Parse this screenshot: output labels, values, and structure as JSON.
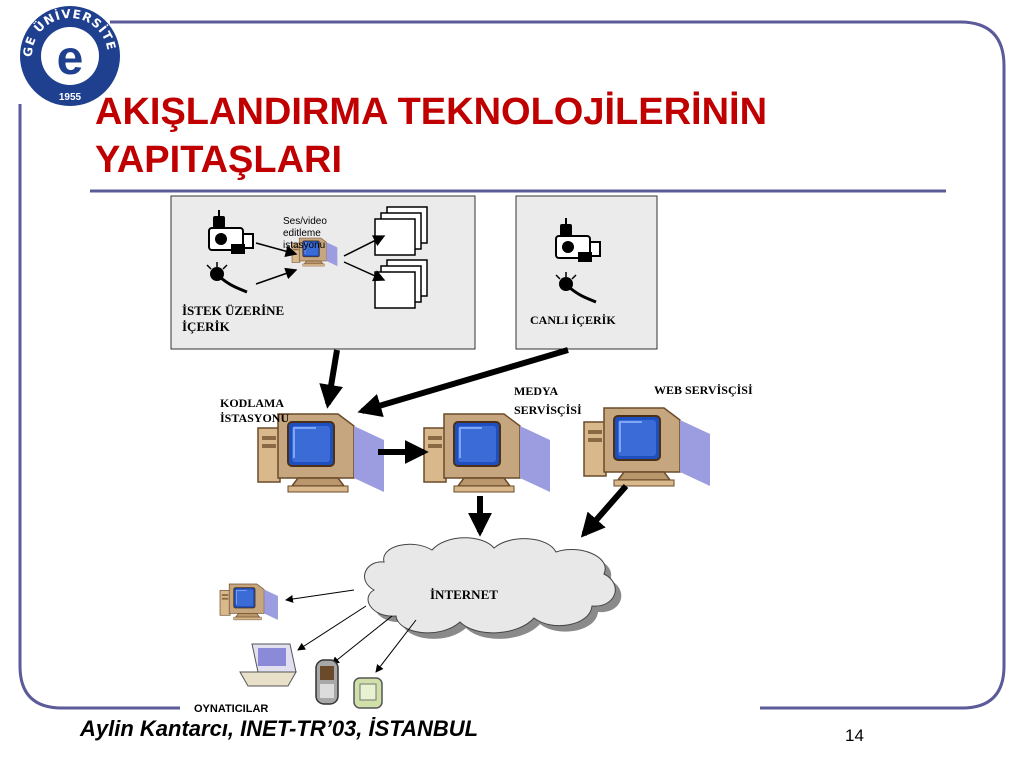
{
  "slide": {
    "title_line1": "AKIŞLANDIRMA TEKNOLOJİLERİNİN",
    "title_line2": "YAPITAŞLARI",
    "footer": "Aylin Kantarcı, INET-TR’03, İSTANBUL",
    "page_number": "14",
    "logo": {
      "ring_text": "EGE ÜNİVERSİTESİ",
      "letter": "e",
      "year": "1955"
    }
  },
  "diagram": {
    "on_demand": {
      "editing_station": "Ses/video editleme istasyonu",
      "label_line1": "İSTEK ÜZERİNE",
      "label_line2": "İÇERİK"
    },
    "live": {
      "label": "CANLI İÇERİK"
    },
    "encoding_station": {
      "line1": "KODLAMA",
      "line2": "İSTASYONU"
    },
    "media_server": {
      "line1": "MEDYA",
      "line2": "SERVİSÇİSİ"
    },
    "web_server": {
      "label": "WEB SERVİSÇİSİ"
    },
    "internet": {
      "label": "İNTERNET"
    },
    "players": {
      "label": "OYNATICILAR"
    }
  },
  "colors": {
    "title": "#c00000",
    "frame": "#5b5b9a",
    "logo": "#1f3f8f",
    "screen": "#3a6bd6",
    "monitor": "#c6a67e",
    "panel": "#ebebeb"
  }
}
